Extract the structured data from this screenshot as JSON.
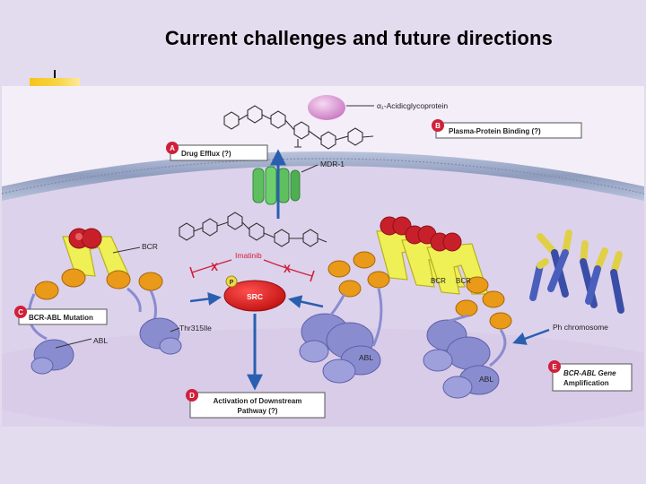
{
  "slide": {
    "title": "Current  challenges and future directions"
  },
  "colors": {
    "background": "#e3dcee",
    "accent": "#f5c518",
    "cell_interior": "#ddd2ec",
    "membrane": "#a6b3cf",
    "label_red": "#d0203a",
    "protein": "#8a8cd0",
    "bcr_yellow": "#eef056",
    "knob_red": "#c8202a",
    "cap_orange": "#e89a18",
    "arrow_blue": "#2a5fb0"
  },
  "figure": {
    "glycoprotein": "α₁-Acidicglycoprotein",
    "mdr1": "MDR-1",
    "imatinib": "Imatinib",
    "bcr": "BCR",
    "bcr_pair_left": "BCR",
    "bcr_pair_right": "BCR",
    "src": "SRC",
    "phospho": "P",
    "thr": "Thr315Ile",
    "abl_left": "ABL",
    "abl_mid": "ABL",
    "abl_right": "ABL",
    "ph_chromosome": "Ph chromosome",
    "inhibit_mark_1": "X",
    "inhibit_mark_2": "X"
  },
  "callouts": {
    "a": {
      "letter": "A",
      "text": "Drug Efflux (?)"
    },
    "b": {
      "letter": "B",
      "text": "Plasma-Protein Binding (?)"
    },
    "c": {
      "letter": "C",
      "text": "BCR-ABL Mutation"
    },
    "d": {
      "letter": "D",
      "text1": "Activation of Downstream",
      "text2": "Pathway (?)"
    },
    "e": {
      "letter": "E",
      "text1": "BCR-ABL Gene",
      "text2": "Amplification"
    }
  }
}
